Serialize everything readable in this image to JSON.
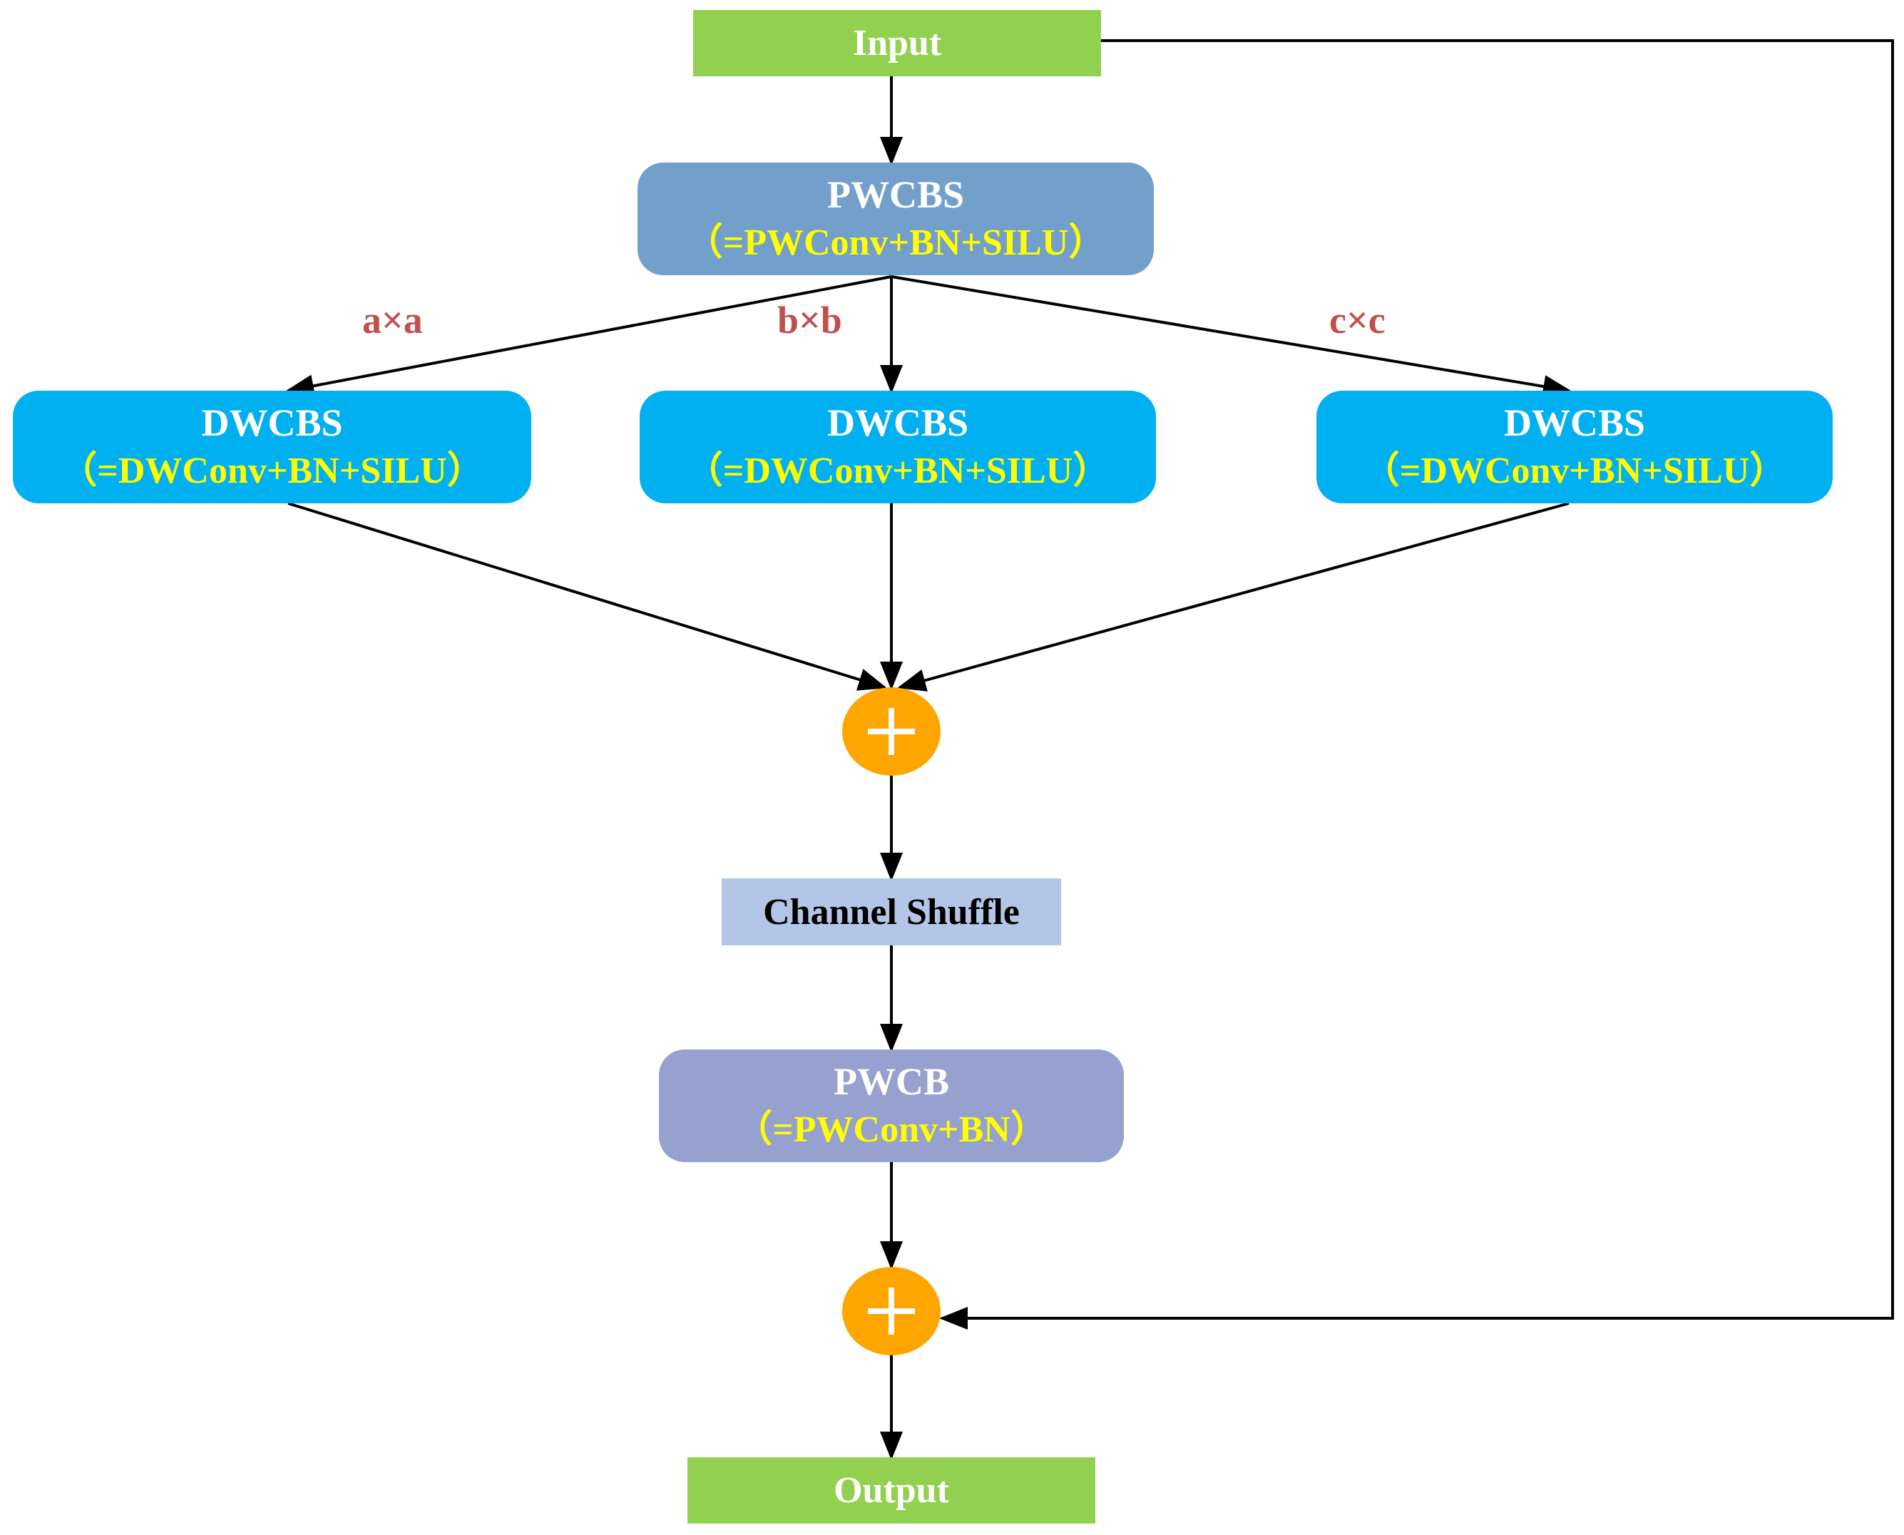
{
  "colors": {
    "terminal": "#92d050",
    "pwcbs": "#739fcb",
    "dwcbs": "#00b0f0",
    "pwcb": "#97a1cf",
    "shuffle": "#b4c6e7",
    "adder": "#ffa500",
    "kernel_label": "#c0504d",
    "subtitle": "#ffff00"
  },
  "input": {
    "label": "Input"
  },
  "pwcbs": {
    "title": "PWCBS",
    "subtitle": "（=PWConv+BN+SILU）"
  },
  "kernels": [
    {
      "label": "a×a"
    },
    {
      "label": "b×b"
    },
    {
      "label": "c×c"
    }
  ],
  "dwcbs": [
    {
      "title": "DWCBS",
      "subtitle": "（=DWConv+BN+SILU）"
    },
    {
      "title": "DWCBS",
      "subtitle": "（=DWConv+BN+SILU）"
    },
    {
      "title": "DWCBS",
      "subtitle": "（=DWConv+BN+SILU）"
    }
  ],
  "add_icons": [
    "plus-icon",
    "plus-icon"
  ],
  "shuffle": {
    "label": "Channel Shuffle"
  },
  "pwcb": {
    "title": "PWCB",
    "subtitle": "（=PWConv+BN）"
  },
  "output": {
    "label": "Output"
  }
}
